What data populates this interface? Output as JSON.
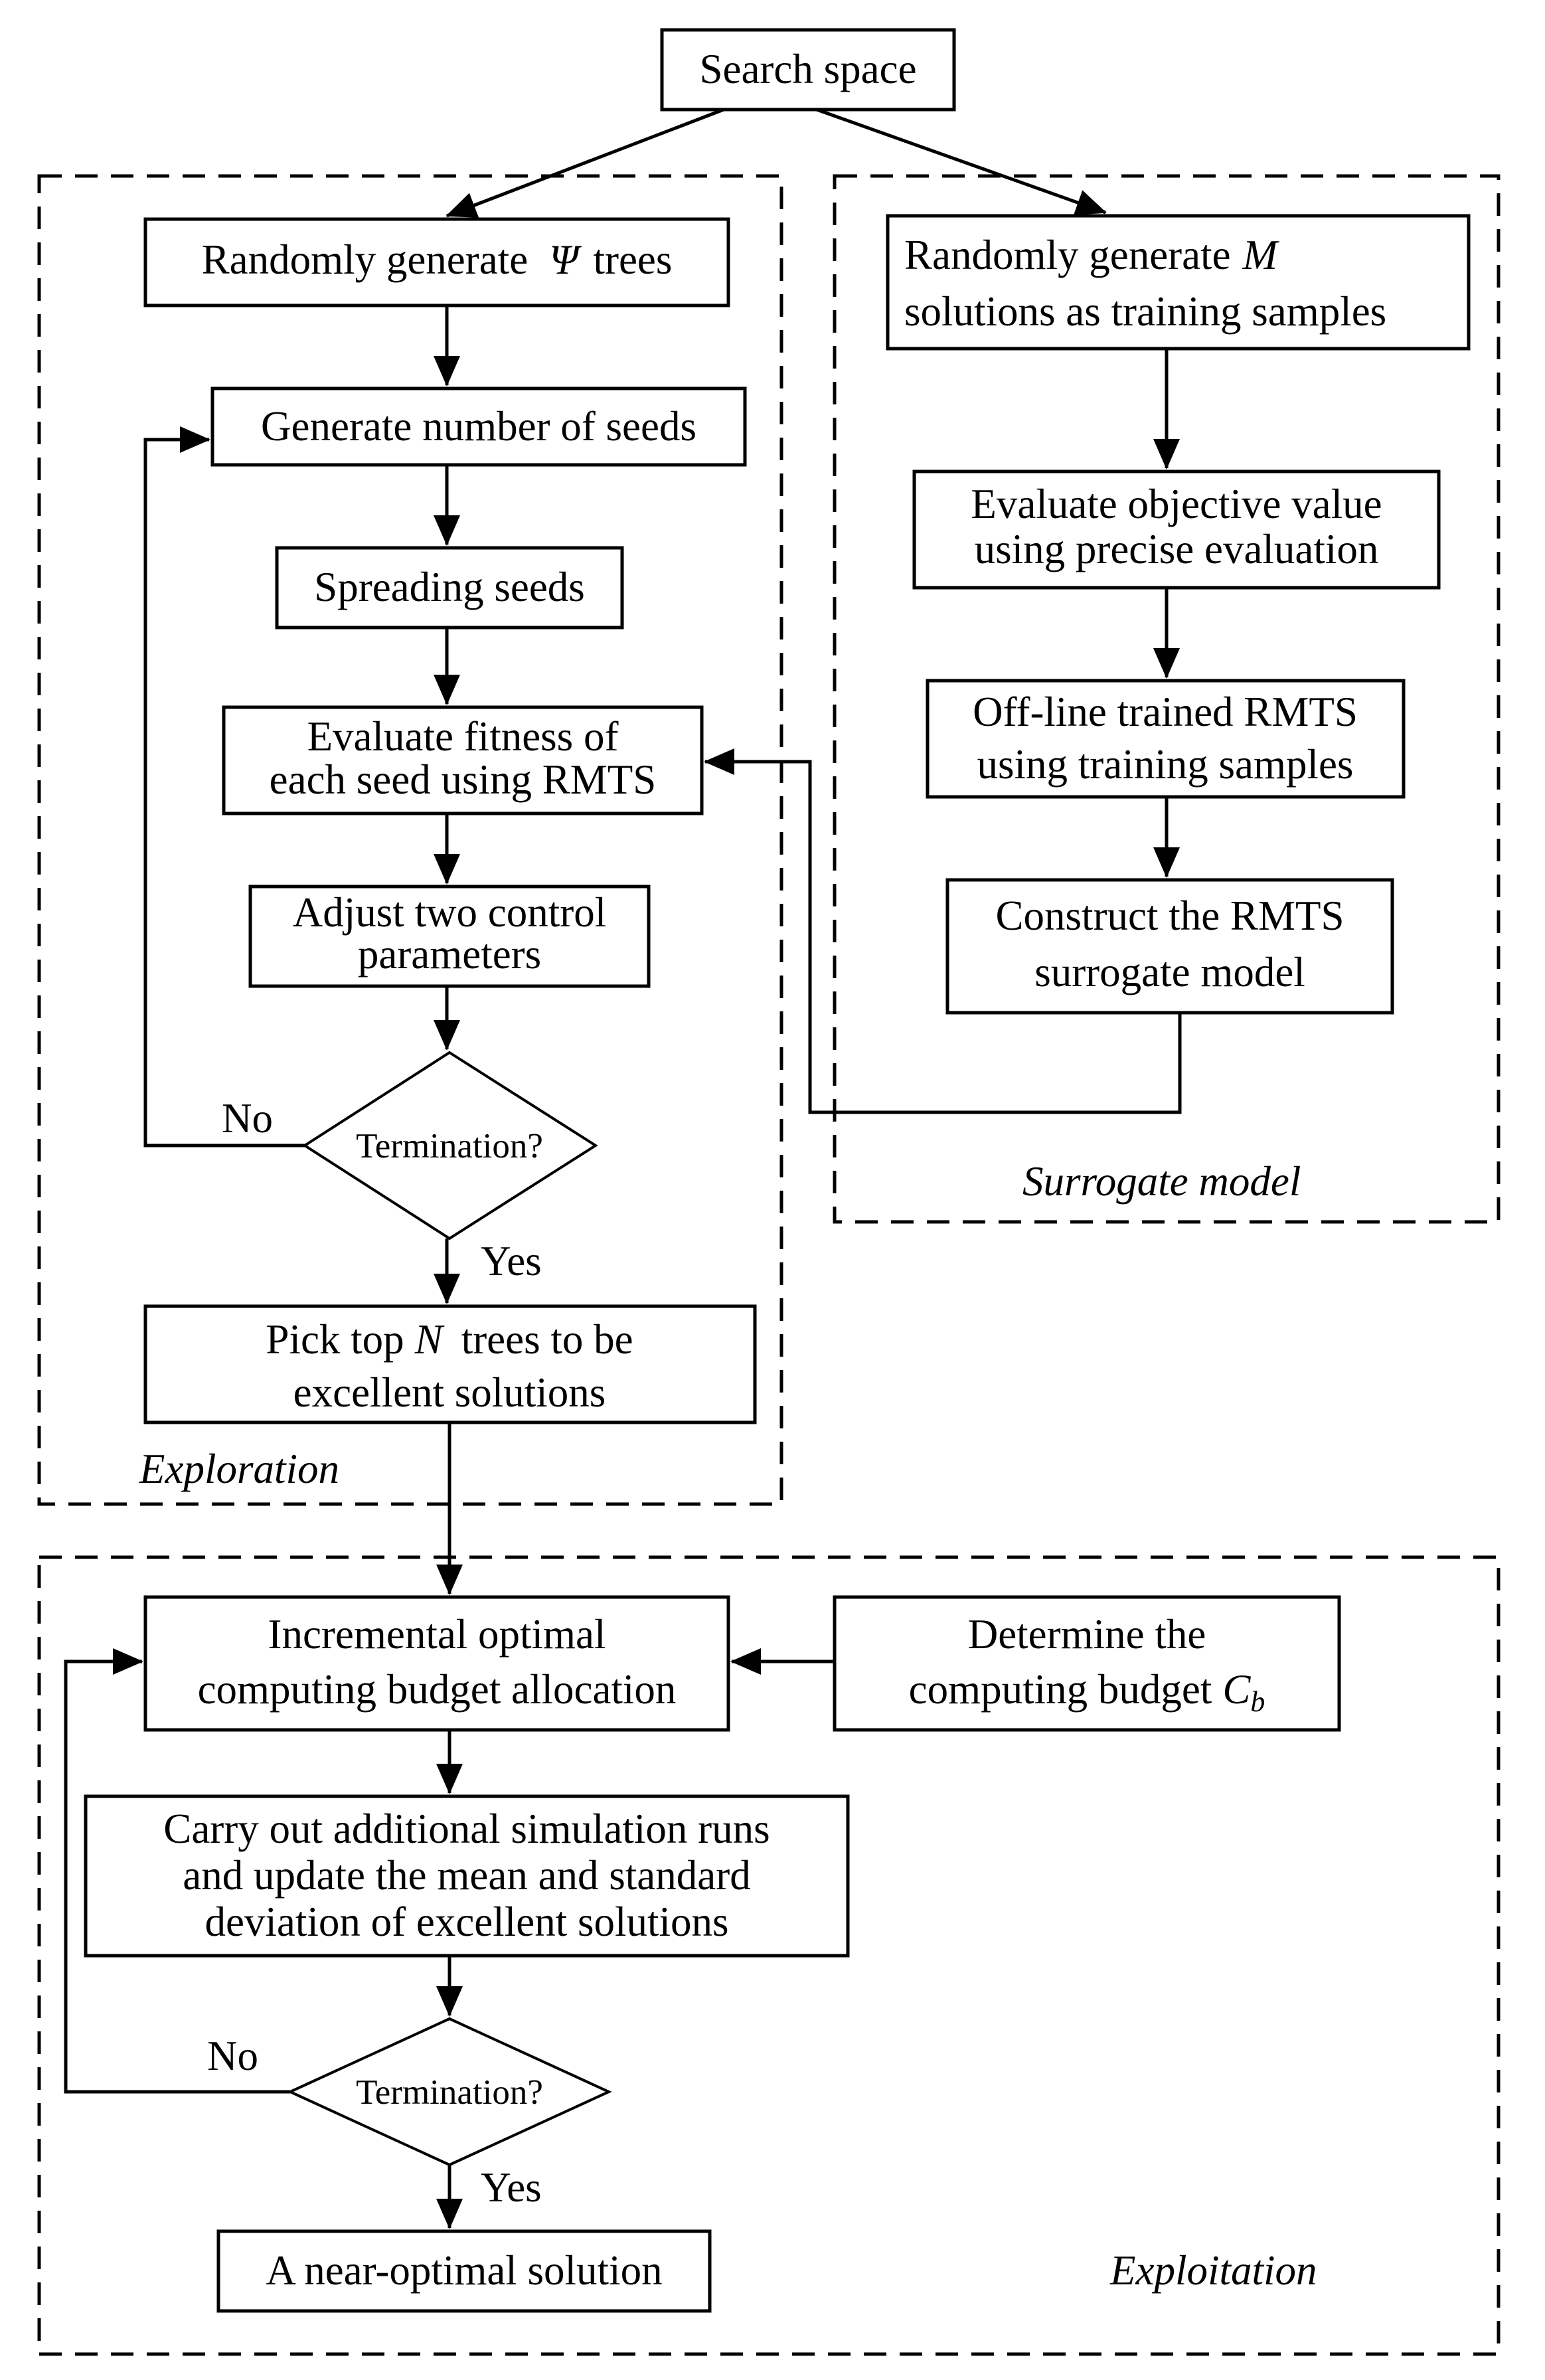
{
  "nodes": {
    "search_space": "Search space",
    "randomly_generate_trees": {
      "before": "Randomly generate",
      "symbol": "Ψ",
      "after": "trees"
    },
    "generate_seeds": "Generate number of seeds",
    "spreading_seeds": "Spreading seeds",
    "evaluate_fitness": [
      "Evaluate fitness of",
      "each seed using RMTS"
    ],
    "adjust_parameters": [
      "Adjust two control",
      "parameters"
    ],
    "termination_1": "Termination?",
    "pick_top_n": {
      "line1_before": "Pick top",
      "line1_symbol": "N",
      "line1_after": "trees to be",
      "line2": "excellent solutions"
    },
    "randomly_generate_m": {
      "line1_before": "Randomly generate",
      "line1_symbol": "M",
      "line2": "solutions as training samples"
    },
    "evaluate_objective": [
      "Evaluate objective value",
      "using precise evaluation"
    ],
    "offline_trained": [
      "Off-line trained RMTS",
      "using training samples"
    ],
    "construct_rmts": [
      "Construct the RMTS",
      "surrogate model"
    ],
    "incremental_ocba": [
      "Incremental optimal",
      "computing budget allocation"
    ],
    "determine_budget": {
      "line1": "Determine the",
      "line2_before": "computing budget",
      "symbol": "C",
      "subscript": "b"
    },
    "carry_out_runs": [
      "Carry out additional simulation runs",
      "and update the mean and standard",
      "deviation of excellent solutions"
    ],
    "termination_2": "Termination?",
    "near_optimal": "A near-optimal solution"
  },
  "edge_labels": {
    "no_1": "No",
    "yes_1": "Yes",
    "no_2": "No",
    "yes_2": "Yes"
  },
  "regions": {
    "exploration": "Exploration",
    "surrogate_model": "Surrogate model",
    "exploitation": "Exploitation"
  }
}
